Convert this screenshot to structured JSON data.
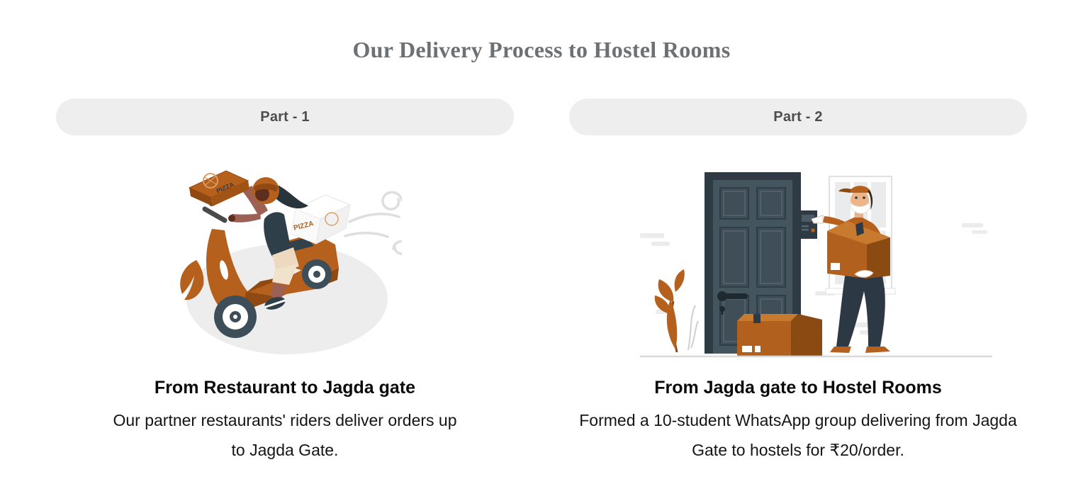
{
  "page": {
    "title": "Our Delivery Process to Hostel Rooms"
  },
  "parts": [
    {
      "badge": "Part - 1",
      "heading": "From Restaurant to Jagda gate",
      "description": "Our partner restaurants' riders deliver orders up to Jagda Gate.",
      "illustration": "pizza-delivery-rider-on-scooter",
      "illustration_labels": {
        "pizza_box": "PIZZA",
        "carrier_box": "PIZZA"
      }
    },
    {
      "badge": "Part - 2",
      "heading": "From Jagda gate to Hostel Rooms",
      "description": "Formed a 10-student WhatsApp group delivering from Jagda Gate to hostels for ₹20/order.",
      "illustration": "delivery-man-at-door-with-boxes"
    }
  ],
  "colors": {
    "accent_orange": "#b5601c",
    "dark_orange": "#8f4a14",
    "door_slate": "#45555e",
    "badge_background": "#eeeeee",
    "title_gray": "#6e7173",
    "shadow_gray": "#ededed"
  }
}
